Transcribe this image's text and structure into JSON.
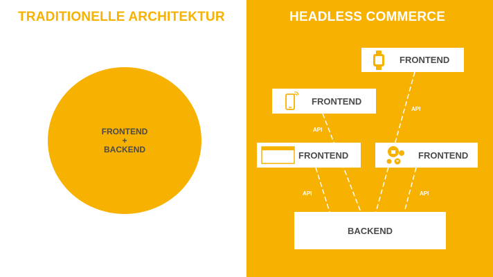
{
  "colors": {
    "accent": "#F7B100",
    "text_dark": "#4A4A4A",
    "white": "#FFFFFF"
  },
  "left": {
    "title": "TRADITIONELLE ARCHITEKTUR",
    "circle": {
      "line1": "FRONTEND",
      "line2": "+",
      "line3": "BACKEND"
    }
  },
  "right": {
    "title": "HEADLESS COMMERCE",
    "frontends": [
      {
        "label": "FRONTEND",
        "icon": "smartwatch-icon"
      },
      {
        "label": "FRONTEND",
        "icon": "smartphone-icon"
      },
      {
        "label": "FRONTEND",
        "icon": "browser-window-icon"
      },
      {
        "label": "FRONTEND",
        "icon": "social-media-icon"
      }
    ],
    "backend": {
      "label": "BACKEND"
    },
    "api_label": "API"
  }
}
